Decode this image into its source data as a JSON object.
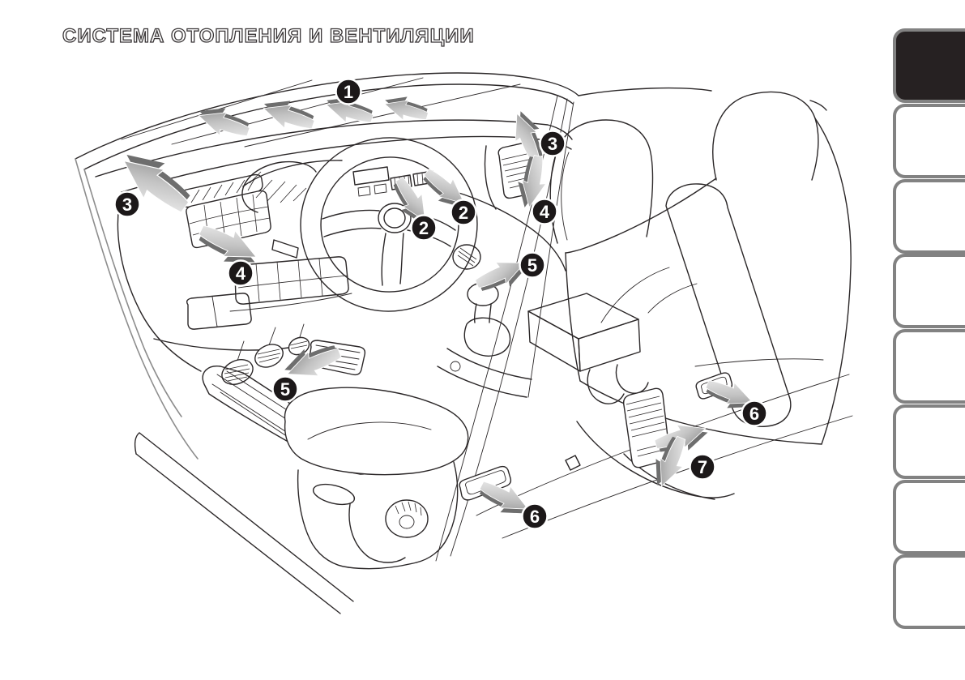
{
  "page": {
    "title": "СИСТЕМА ОТОПЛЕНИЯ И ВЕНТИЛЯЦИИ",
    "background_color": "#ffffff",
    "title_outline_color": "#3a3637"
  },
  "diagram": {
    "kind": "car-interior-airflow-illustration",
    "line_color": "#2b2728",
    "markers": [
      {
        "label": "1"
      },
      {
        "label": "2"
      },
      {
        "label": "2"
      },
      {
        "label": "3"
      },
      {
        "label": "3"
      },
      {
        "label": "4"
      },
      {
        "label": "4"
      },
      {
        "label": "5"
      },
      {
        "label": "5"
      },
      {
        "label": "6"
      },
      {
        "label": "6"
      },
      {
        "label": "7"
      }
    ],
    "marker_style": {
      "fill": "#1c1819",
      "text_color": "#ffffff"
    },
    "arrow_colors": {
      "body_light": "#f1f1f1",
      "body_mid": "#c3c3c3",
      "body_dark": "#8f8f8f",
      "underside": "#6e6e6e"
    }
  },
  "sidebar": {
    "tab_count": 8,
    "active_tab_index": 0,
    "tab_border_color": "#828282",
    "active_tab_fill": "#262122",
    "inactive_tab_fill": "#ffffff"
  }
}
